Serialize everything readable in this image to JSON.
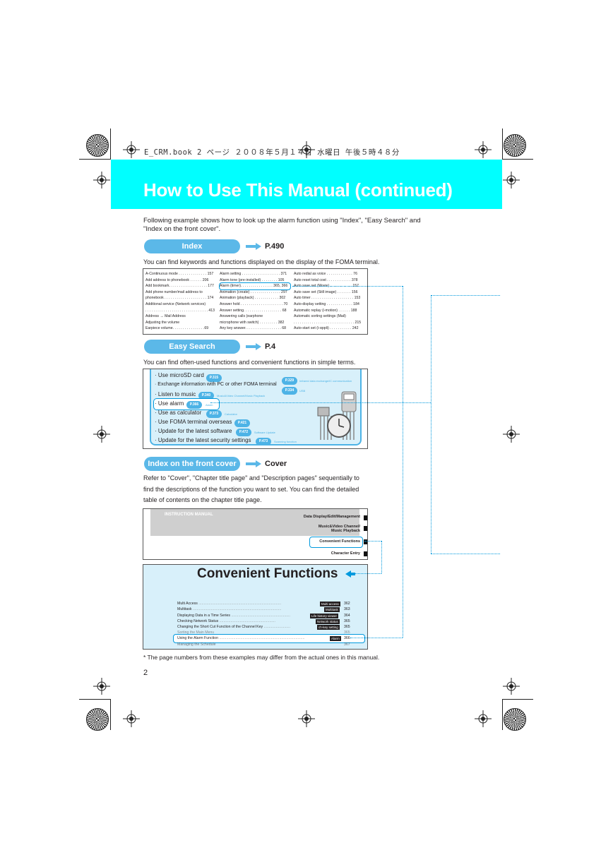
{
  "header_line": "E_CRM.book  2 ページ  ２００８年５月１４日  水曜日  午後５時４８分",
  "title": "How to Use This Manual (continued)",
  "intro": "Following example shows how to look up the alarm function using \"Index\", \"Easy Search\" and \"Index on the front cover\".",
  "sections": {
    "index": {
      "label": "Index",
      "ref": "P.490",
      "desc": "You can find keywords and functions displayed on the display of the FOMA terminal."
    },
    "easy": {
      "label": "Easy Search",
      "ref": "P.4",
      "desc": "You can find often-used functions and convenient functions in simple terms."
    },
    "cover": {
      "label": "Index on the front cover",
      "ref": "Cover",
      "desc1": "Refer to \"Cover\", \"Chapter title page\" and \"Description pages\" sequentially to",
      "desc2": "find the descriptions of the function you want to set. You can find the detailed",
      "desc3": "table of contents on the chapter title page."
    }
  },
  "index_table": {
    "col1": [
      "A-Continuous mode . . . . . . . . . . . . . . 157",
      "Add address to phonebook . . . . . . 206",
      "Add bookmark. . . . . . . . . . . . . . . . . . . 177",
      "Add phone number/mail address to",
      "phonebook . . . . . . . . . . . . . . . . . . . . . 174",
      "Additional service (Network services)",
      ". . . . . . . . . . . . . . . . . . . . . . . . . . . . . . . 413",
      "Address → Mail Address",
      "Adjusting the volume",
      "   Earpiece volume. . . . . . . . . . . . . . . .69"
    ],
    "col2": [
      "Alarm setting . . . . . . . . . . . . . . . . . . . 371",
      "Alarm tone (pre-installed) . . . . . . . . 105",
      "Alarm (timer). . . . . . . . . . . . . . . . 365, 366",
      "Animation (create) . . . . . . . . . . . . . . . 297",
      "Animation (playback) . . . . . . . . . . . . 302",
      "Answer hold . . . . . . . . . . . . . . . . . . . . . 70",
      "Answer setting. . . . . . . . . . . . . . . . . . . 68",
      "Answering calls (earphone",
      "microphone with switch) . . . . . . . . . 382",
      "Any key answer. . . . . . . . . . . . . . . . . . 68"
    ],
    "col3": [
      "Auto redial as voice . . . . . . . . . . . . . 76",
      "Auto reset total cost . . . . . . . . . . . . 378",
      "Auto save set (Movie) . . . . . . . . . . . 157",
      "Auto save set (Still image) . . . . . . . 156",
      "Auto timer . . . . . . . . . . . . . . . . . . . . . 153",
      "Auto-display setting . . . . . . . . . . . . . 184",
      "Automatic replay (i-motion) . . . . . . 188",
      "Automatic sorting settings (Mail)",
      ". . . . . . . . . . . . . . . . . . . . . . . . . . . . . . 215",
      "Auto-start set (i-αppli) . . . . . . . . . . . 242"
    ]
  },
  "easy_search": {
    "rows": [
      {
        "text": "Use microSD card",
        "page": "P.315"
      },
      {
        "text": "Exchange information with PC or other FOMA terminal",
        "page": ""
      },
      {
        "text": "Listen to music",
        "page": "P.340",
        "tag": "Music&Video Channel/Music Playback"
      },
      {
        "text": "Use alarm",
        "page": "P.366",
        "tag": "Alarm"
      },
      {
        "text": "Use as calculator",
        "page": "P.373",
        "tag": "Calculator"
      },
      {
        "text": "Use FOMA terminal overseas",
        "page": "P.421"
      },
      {
        "text": "Update for the latest software",
        "page": "P.472",
        "tag": "Software Update"
      },
      {
        "text": "Update for the latest security settings",
        "page": "P.473",
        "tag": "Scanning function"
      }
    ],
    "right": [
      {
        "page": "P.329",
        "tag": "Infrared data exchange/iC communication"
      },
      {
        "page": "P.334",
        "tag": "USB"
      }
    ]
  },
  "front_cover": {
    "header": "INSTRUCTION MANUAL",
    "items": [
      "Data Display/Edit/Management",
      "Music&Video Channel/",
      "Music Playback",
      "Convenient Functions",
      "Character Entry"
    ]
  },
  "chapter": {
    "title": "Convenient Functions",
    "toc": [
      {
        "text": "Multi Access",
        "tag": "Multi access",
        "page": "362"
      },
      {
        "text": "Multitask",
        "tag": "Multitask",
        "page": "363"
      },
      {
        "text": "Displaying Data in a Time Series",
        "tag": "Life history viewer",
        "page": "364"
      },
      {
        "text": "Checking Network Status",
        "tag": "Network status",
        "page": "365"
      },
      {
        "text": "Changing the Short Cut Function of the Channel Key",
        "tag": "ch-key setting",
        "page": "365"
      },
      {
        "text": "Sorting the Main Menu",
        "tag": "",
        "page": "365"
      },
      {
        "text": "Using the Alarm Function",
        "tag": "Alarm",
        "page": "366"
      },
      {
        "text": "Managing the Schedule",
        "tag": "",
        "page": "367"
      }
    ]
  },
  "footnote": "* The page numbers from these examples may differ from the actual ones in this manual.",
  "page_number": "2"
}
